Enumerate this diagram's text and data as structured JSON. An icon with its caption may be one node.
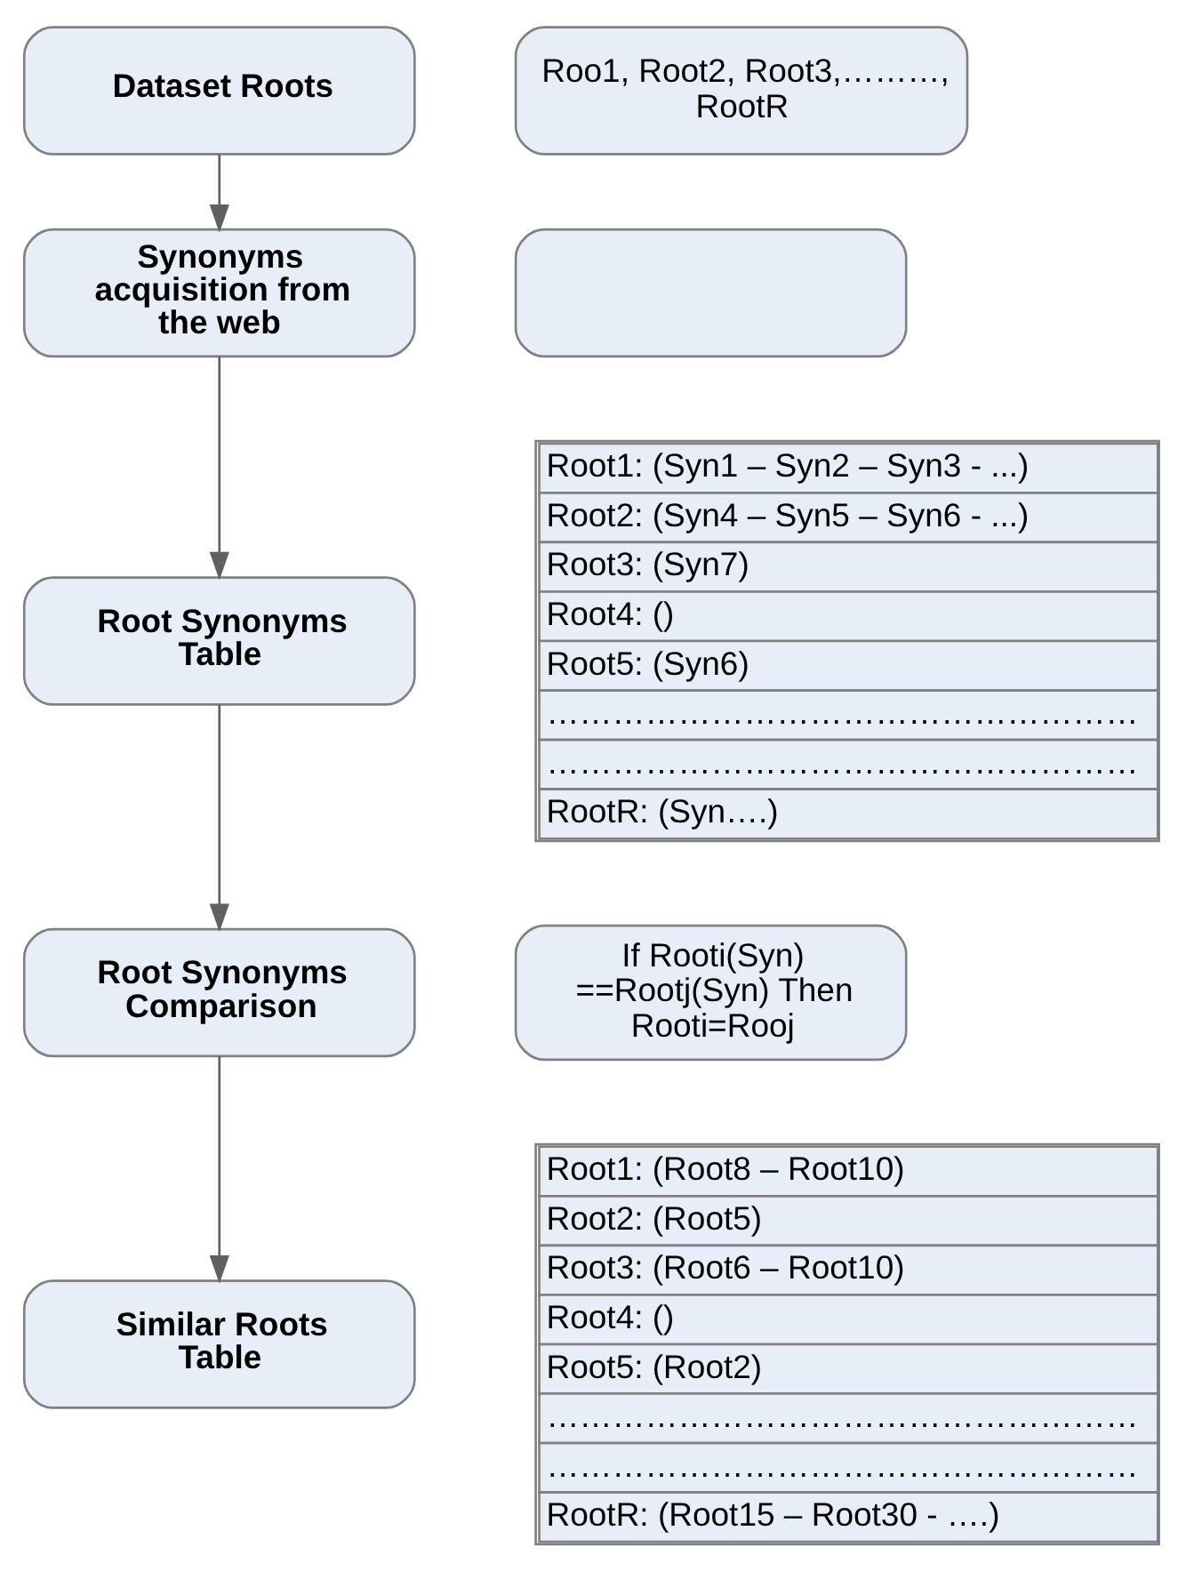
{
  "diagram": {
    "nodes": [
      {
        "text": [
          "Dataset Roots"
        ]
      },
      {
        "text": [
          "Roo1, Root2, Root3,………, RootR"
        ]
      },
      {
        "text": [
          "Synonyms acquisition from the web"
        ]
      },
      {
        "text": [],
        "shape": "box"
      },
      {
        "text": [
          "Root Synonyms Table"
        ]
      },
      {
        "text": [
          "Root1: (Syn1 – Syn2 – Syn3 - ...)",
          "Root2: (Syn4 – Syn5 – Syn6 - ...)",
          "Root3: (Syn7)",
          "Root4: ()",
          "Root5: (Syn6)",
          "………………………………………………",
          "………………………………………………",
          "RootR: (Syn….)"
        ]
      },
      {
        "text": [
          "Root Synonyms Comparison"
        ]
      },
      {
        "text": [
          "If Rooti(Syn) ==Rootj(Syn) Then Rooti=Rooj"
        ]
      },
      {
        "text": [
          "Similar Roots Table"
        ]
      },
      {
        "text": [
          "Root1: (Root8 – Root10)",
          "Root2: (Root5)",
          "Root3: (Root6 – Root10)",
          "Root4: ()",
          "Root5: (Root2)",
          "………………………………………………",
          "………………………………………………",
          "RootR: (Root15 – Root30 - ….)"
        ]
      }
    ],
    "edges": [
      {
        "from": 0,
        "to": 2,
        "arrow": "to"
      },
      {
        "from": 2,
        "to": 4,
        "arrow": "to"
      },
      {
        "from": 4,
        "to": 6,
        "arrow": "to"
      },
      {
        "from": 6,
        "to": 8,
        "arrow": "to"
      }
    ]
  }
}
